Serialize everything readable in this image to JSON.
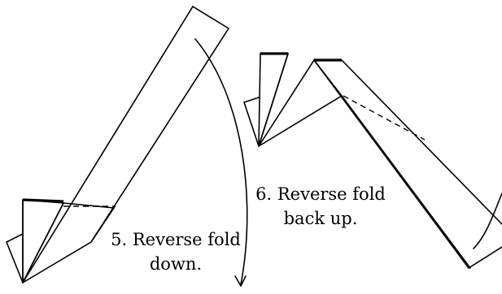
{
  "steps": [
    {
      "line1": "5. Reverse fold",
      "line2": "down."
    },
    {
      "line1": "6. Reverse fold",
      "line2": "back up."
    }
  ]
}
